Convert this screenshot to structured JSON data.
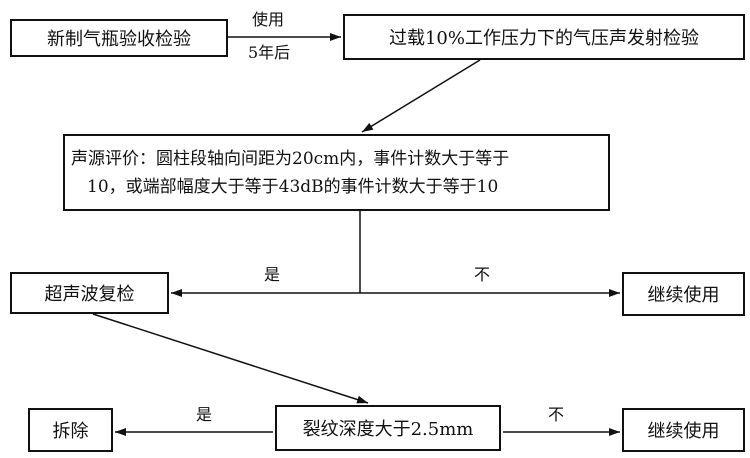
{
  "nodes": {
    "new_cylinder_acceptance": "新制气瓶验收检验",
    "ae_test": "过载10%工作压力下的气压声发射检验",
    "source_eval_line1": "声源评价：圆柱段轴向间距为20cm内，事件计数大于等于",
    "source_eval_line2": "10，或端部幅度大于等于43dB的事件计数大于等于10",
    "ultrasonic_recheck": "超声波复检",
    "continue_use_1": "继续使用",
    "crack_depth": "裂纹深度大于2.5mm",
    "remove": "拆除",
    "continue_use_2": "继续使用"
  },
  "edges": {
    "use_label": "使用",
    "after_label": "5年后",
    "yes_1": "是",
    "no_1": "不",
    "yes_2": "是",
    "no_2": "不"
  },
  "colors": {
    "line": "#111111",
    "background": "#ffffff"
  }
}
